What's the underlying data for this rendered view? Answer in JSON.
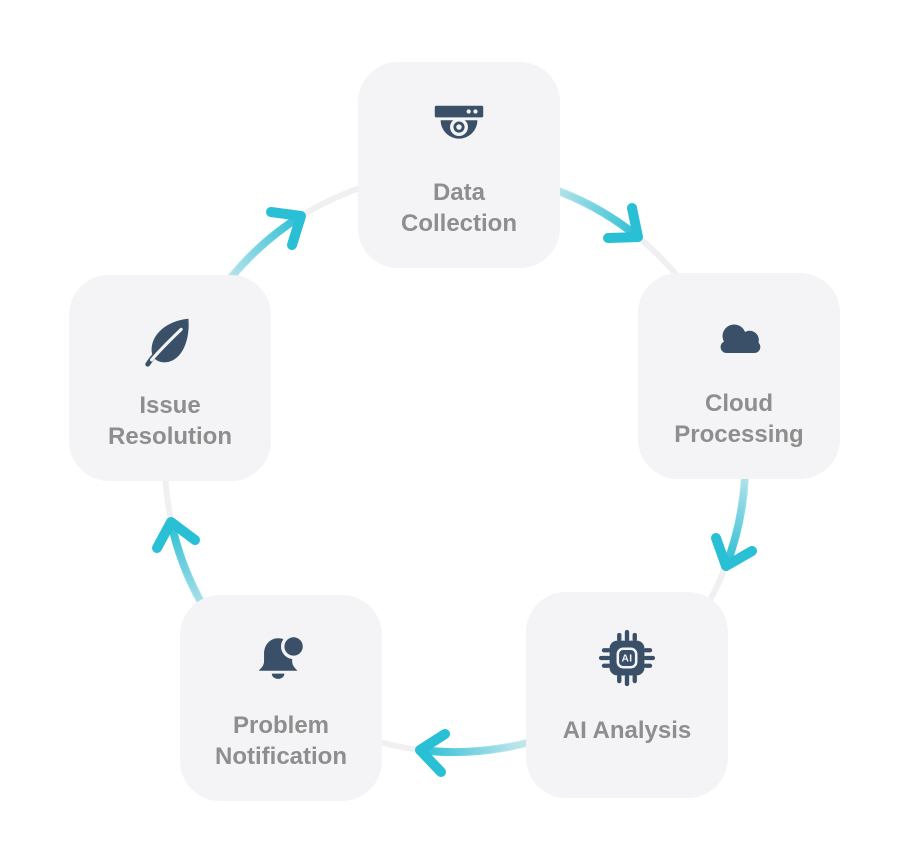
{
  "diagram": {
    "type": "process-cycle",
    "flow_direction": "clockwise",
    "nodes": [
      {
        "id": "data-collection",
        "label": "Data Collection",
        "label_lines": [
          "Data",
          "Collection"
        ],
        "icon": "cctv-camera-icon"
      },
      {
        "id": "cloud-processing",
        "label": "Cloud Processing",
        "label_lines": [
          "Cloud",
          "Processing"
        ],
        "icon": "cloud-icon"
      },
      {
        "id": "ai-analysis",
        "label": "AI Analysis",
        "label_lines": [
          "AI Analysis"
        ],
        "icon": "ai-chip-icon",
        "chip_text": "AI"
      },
      {
        "id": "problem-notification",
        "label": "Problem Notification",
        "label_lines": [
          "Problem",
          "Notification"
        ],
        "icon": "bell-notification-icon"
      },
      {
        "id": "issue-resolution",
        "label": "Issue Resolution",
        "label_lines": [
          "Issue",
          "Resolution"
        ],
        "icon": "leaf-icon"
      }
    ],
    "arrows": [
      {
        "from": "data-collection",
        "to": "cloud-processing"
      },
      {
        "from": "cloud-processing",
        "to": "ai-analysis"
      },
      {
        "from": "ai-analysis",
        "to": "problem-notification"
      },
      {
        "from": "problem-notification",
        "to": "issue-resolution"
      },
      {
        "from": "issue-resolution",
        "to": "data-collection"
      }
    ]
  },
  "theme": {
    "page-bg": "#ffffff",
    "card-bg": "#f4f4f6",
    "icon-navy": "#3a5068",
    "label-gray": "#8e8e8e",
    "arrow-teal": "#29bfd4",
    "faint-arc": "#f0f0f2"
  }
}
